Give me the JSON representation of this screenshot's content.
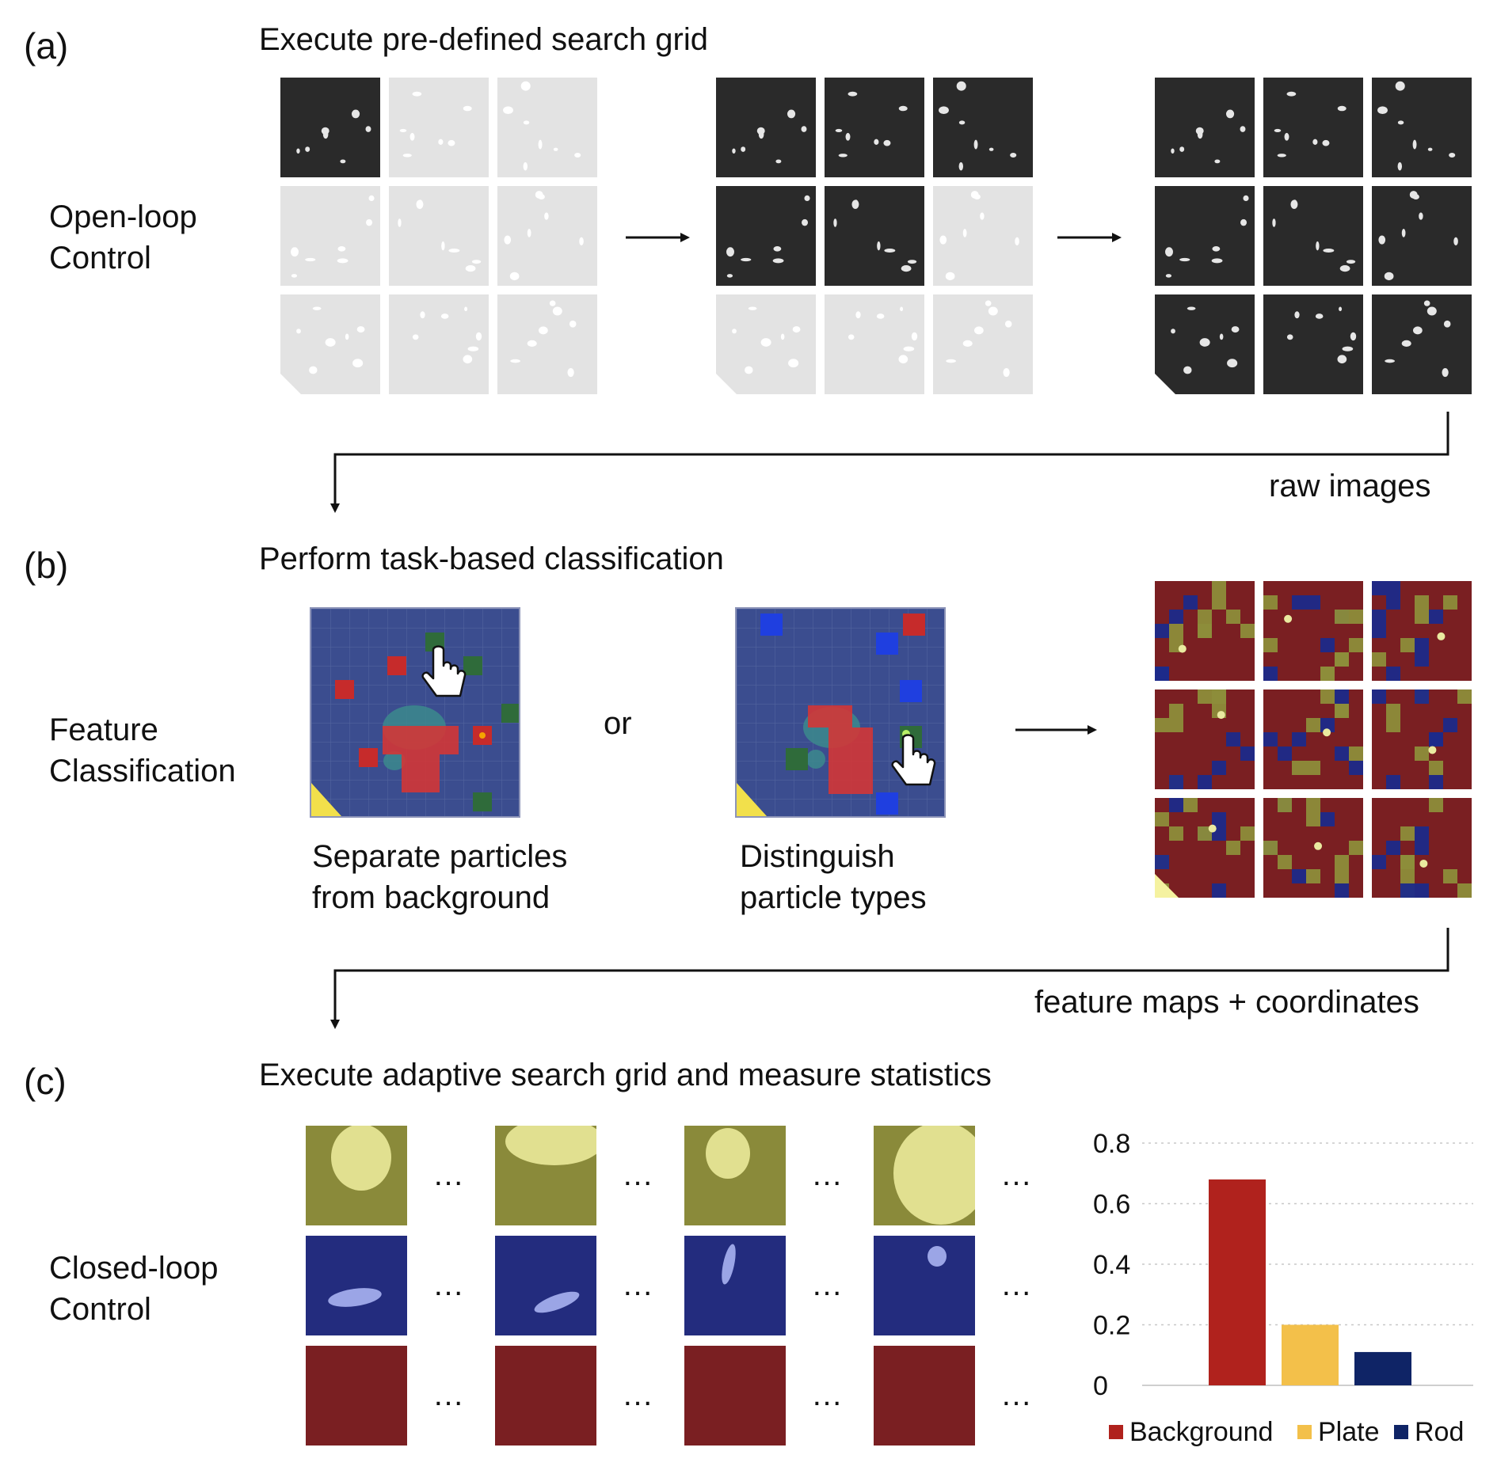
{
  "panel_a": {
    "label": "(a)",
    "title": "Execute pre-defined search grid",
    "side_line1": "Open-loop",
    "side_line2": "Control",
    "flow_label": "raw images"
  },
  "panel_b": {
    "label": "(b)",
    "title": "Perform task-based classification",
    "side_line1": "Feature",
    "side_line2": "Classification",
    "or_text": "or",
    "caption1_line1": "Separate particles",
    "caption1_line2": "from background",
    "caption2_line1": "Distinguish",
    "caption2_line2": "particle types",
    "flow_label": "feature maps + coordinates"
  },
  "panel_c": {
    "label": "(c)",
    "title": "Execute adaptive search grid and measure statistics",
    "side_line1": "Closed-loop",
    "side_line2": "Control",
    "ellipsis": "…"
  },
  "colors": {
    "background": "#b0221d",
    "plate": "#f3c04a",
    "rod": "#0f2466",
    "seg_background": "#7a1f22",
    "seg_plate": "#8d8d3a",
    "seg_rod": "#1c2a8a"
  },
  "chart_data": {
    "type": "bar",
    "categories": [
      "Background",
      "Plate",
      "Rod"
    ],
    "values": [
      0.68,
      0.2,
      0.11
    ],
    "ylim": [
      0,
      0.8
    ],
    "yticks": [
      "0",
      "0.2",
      "0.4",
      "0.6",
      "0.8"
    ],
    "ytick_values": [
      0,
      0.2,
      0.4,
      0.6,
      0.8
    ],
    "grid": true,
    "legend_position": "bottom",
    "legend": [
      "Background",
      "Plate",
      "Rod"
    ]
  }
}
